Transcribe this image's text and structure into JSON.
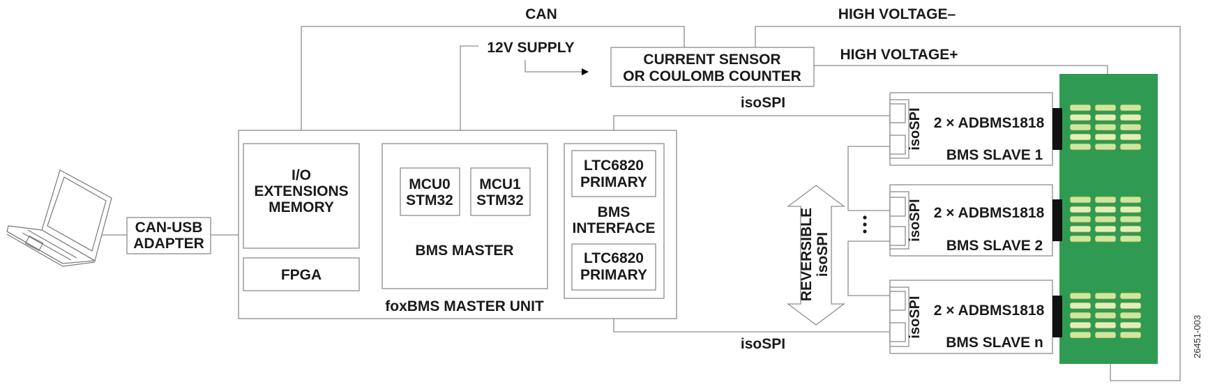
{
  "labels": {
    "can": "CAN",
    "high_voltage_minus": "HIGH VOLTAGE–",
    "high_voltage_plus": "HIGH VOLTAGE+",
    "supply_12v": "12V SUPPLY",
    "current_sensor_line1": "CURRENT SENSOR",
    "current_sensor_line2": "OR COULOMB COUNTER",
    "isospi_top": "isoSPI",
    "isospi_bottom": "isoSPI",
    "io_line1": "I/O",
    "io_line2": "EXTENSIONS",
    "io_line3": "MEMORY",
    "fpga": "FPGA",
    "mcu0_line1": "MCU0",
    "mcu0_line2": "STM32",
    "mcu1_line1": "MCU1",
    "mcu1_line2": "STM32",
    "bms_master": "BMS MASTER",
    "ltc_top_line1": "LTC6820",
    "ltc_top_line2": "PRIMARY",
    "ltc_bottom_line1": "LTC6820",
    "ltc_bottom_line2": "PRIMARY",
    "bms_interface_line1": "BMS",
    "bms_interface_line2": "INTERFACE",
    "foxbms_master_unit": "foxBMS MASTER UNIT",
    "can_usb_line1": "CAN-USB",
    "can_usb_line2": "ADAPTER",
    "reversible_line1": "REVERSIBLE",
    "reversible_line2": "isoSPI",
    "figure_id": "26451-003"
  },
  "slaves": [
    {
      "chip": "2 × ADBMS1818",
      "name": "BMS SLAVE 1",
      "port": "isoSPI"
    },
    {
      "chip": "2 × ADBMS1818",
      "name": "BMS SLAVE 2",
      "port": "isoSPI"
    },
    {
      "chip": "2 × ADBMS1818",
      "name": "BMS SLAVE n",
      "port": "isoSPI"
    }
  ],
  "colors": {
    "line": "#8c8c8c",
    "battery_board": "#2f9a52",
    "cell": "#cfe6a0"
  }
}
